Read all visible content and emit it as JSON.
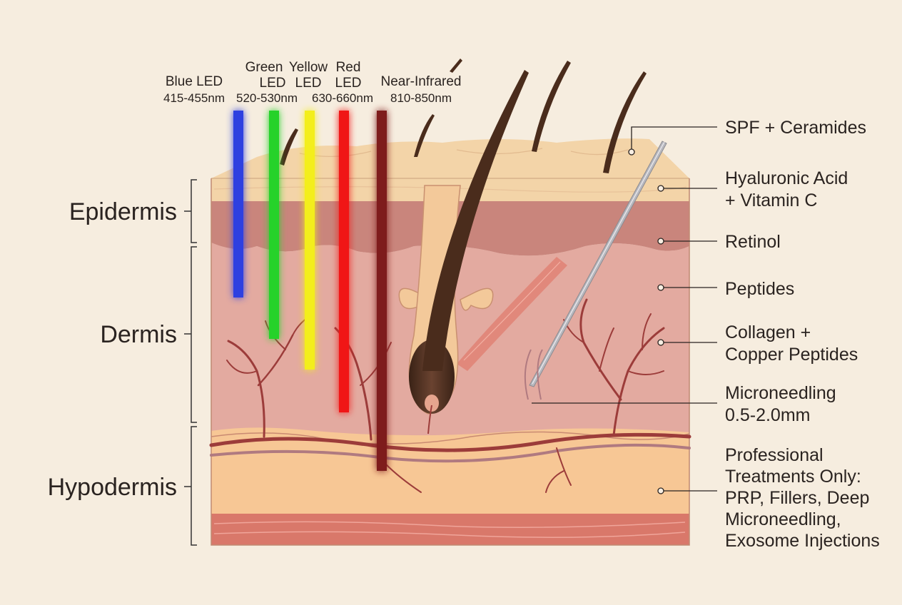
{
  "layers": {
    "epidermis": "Epidermis",
    "dermis": "Dermis",
    "hypodermis": "Hypodermis"
  },
  "leds": [
    {
      "line1": "Blue LED",
      "line2": "415-455nm",
      "color": "#2f3fe0"
    },
    {
      "line1": "Green",
      "line2": "LED",
      "line3": "520-530nm",
      "color": "#27d22a"
    },
    {
      "line1": "Yellow",
      "line2": "LED",
      "color": "#f3ee1a"
    },
    {
      "line1": "Red",
      "line2": "LED",
      "line3": "630-660nm",
      "color": "#f01818"
    },
    {
      "line1": "Near-Infrared",
      "line2": "810-850nm",
      "color": "#7e1a1a"
    }
  ],
  "ingredients": [
    {
      "lines": [
        "SPF + Ceramides"
      ]
    },
    {
      "lines": [
        "Hyaluronic Acid",
        "+ Vitamin C"
      ]
    },
    {
      "lines": [
        "Retinol"
      ]
    },
    {
      "lines": [
        "Peptides"
      ]
    },
    {
      "lines": [
        "Collagen +",
        "Copper Peptides"
      ]
    },
    {
      "lines": [
        "Microneedling",
        "0.5-2.0mm"
      ]
    },
    {
      "lines": [
        "Professional",
        "Treatments Only:",
        "PRP, Fillers, Deep",
        "Microneedling,",
        "Exosome Injections"
      ]
    }
  ],
  "colors": {
    "background": "#f6eddf",
    "stratum_top": "#f3d4a8",
    "epidermis": "#c9857c",
    "dermis": "#e3aaa0",
    "hypodermis": "#f7c795",
    "muscle": "#d9786a",
    "vessel": "#9c3c3a",
    "hair": "#4a2c1c"
  }
}
